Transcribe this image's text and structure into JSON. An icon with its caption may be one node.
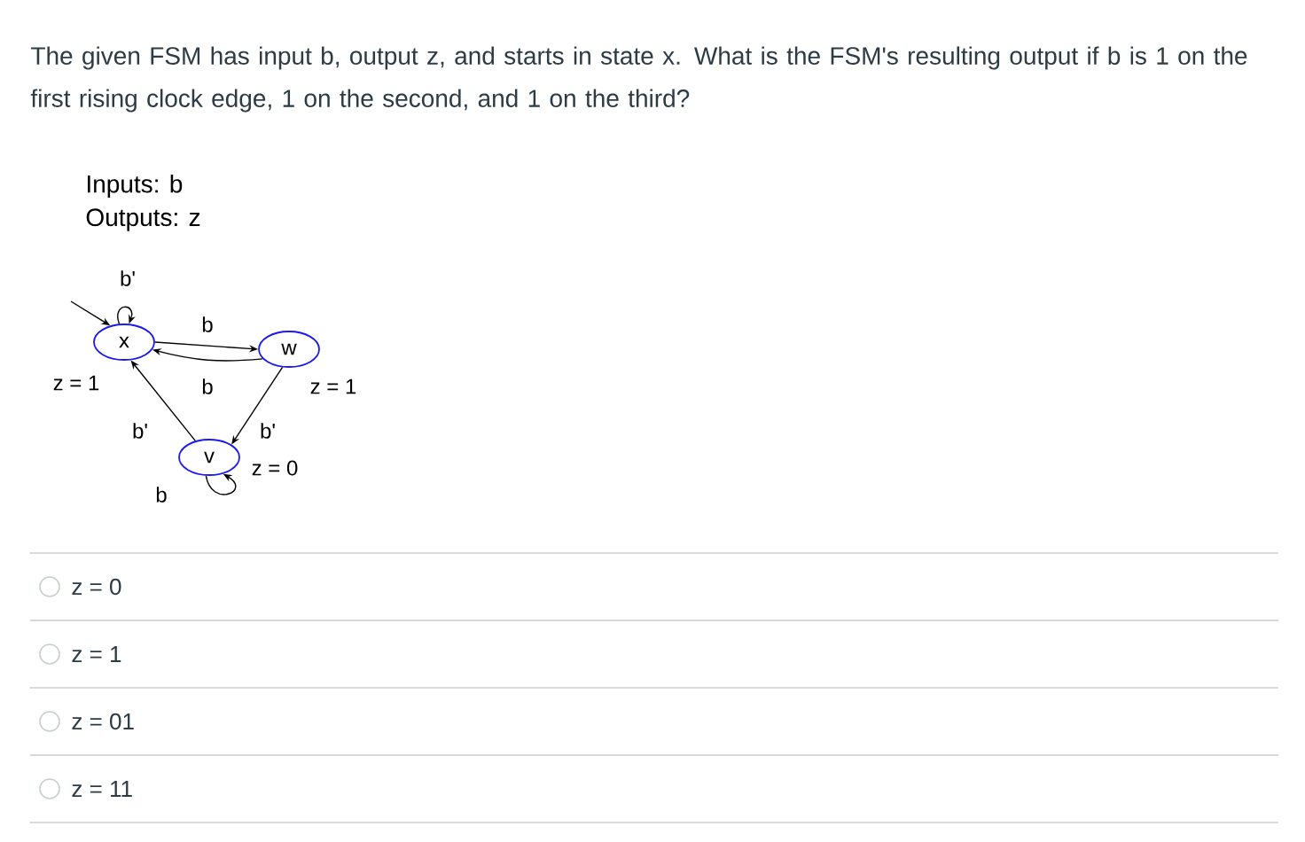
{
  "diagram": {
    "title": "The given FSM has input b, output z, and starts in state x. What is the FSM's resulting output if b is 1 on the first rising clock edge, 1 on the second, and 1 on the third?",
    "nodes": [
      {
        "text": [
          "x"
        ],
        "beside": [
          "z = 1"
        ]
      },
      {
        "text": [
          "w"
        ],
        "beside": [
          "z = 1"
        ]
      },
      {
        "text": [
          "v"
        ],
        "beside": [
          "z = 0"
        ]
      }
    ],
    "edges": [
      {
        "from": null,
        "to": 0,
        "arrow": "to"
      },
      {
        "from": 0,
        "to": 0,
        "arrow": "to",
        "label": "b'"
      },
      {
        "from": 0,
        "to": 1,
        "arrow": "to",
        "label": "b"
      },
      {
        "from": 1,
        "to": 0,
        "arrow": "to",
        "label": "b"
      },
      {
        "from": 1,
        "to": 2,
        "arrow": "to",
        "label": "b'"
      },
      {
        "from": 2,
        "to": 0,
        "arrow": "to",
        "label": "b'"
      },
      {
        "from": 2,
        "to": 2,
        "arrow": "to",
        "label": "b"
      }
    ],
    "labels": [
      "Inputs: b",
      "Outputs: z",
      "z = 0",
      "z = 1",
      "z = 01",
      "z = 11"
    ]
  }
}
